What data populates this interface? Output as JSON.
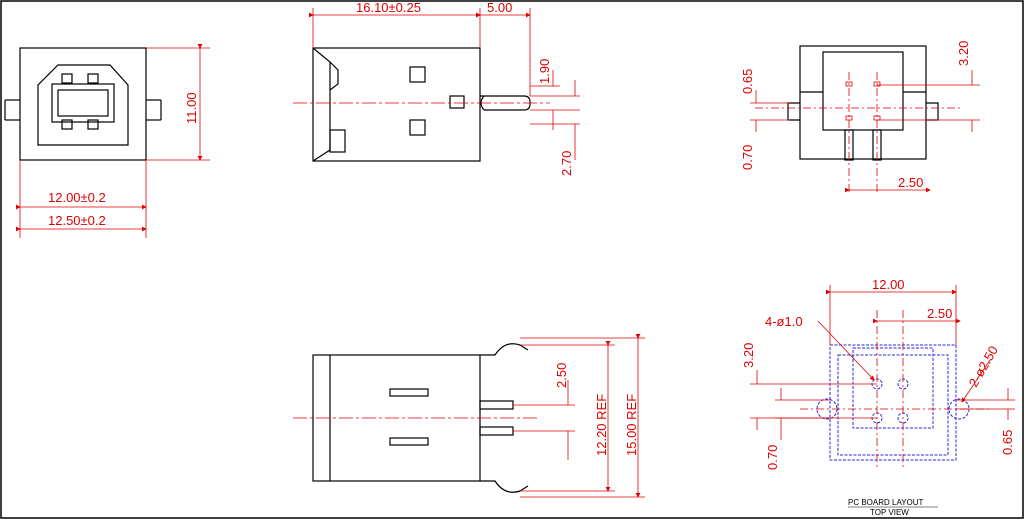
{
  "colors": {
    "outline": "#000000",
    "dimension": "#e00000",
    "pcb": "#2a2ad8"
  },
  "front_view": {
    "dim_width_inner": "12.00±0.2",
    "dim_width_outer": "12.50±0.2",
    "dim_height": "11.00"
  },
  "side_view": {
    "dim_length": "16.10±0.25",
    "dim_pin_length": "5.00",
    "dim_pin_upper": "1.90",
    "dim_pin_lower": "2.70"
  },
  "rear_view": {
    "dim_top": "3.20",
    "dim_left_upper": "0.65",
    "dim_left_lower": "0.70",
    "dim_pin_pitch": "2.50"
  },
  "top_view": {
    "dim_pin_pitch": "2.50",
    "dim_ref_inner": "12.20 REF",
    "dim_ref_outer": "15.00 REF"
  },
  "pcb_layout": {
    "dim_width": "12.00",
    "dim_pitch": "2.50",
    "dim_left_upper": "3.20",
    "dim_left_lower": "0.70",
    "dim_right": "0.65",
    "hole_small": "4-ø1.0",
    "hole_large": "2-ø2.50",
    "caption_line1": "PC BOARD LAYOUT",
    "caption_line2": "TOP VIEW"
  }
}
